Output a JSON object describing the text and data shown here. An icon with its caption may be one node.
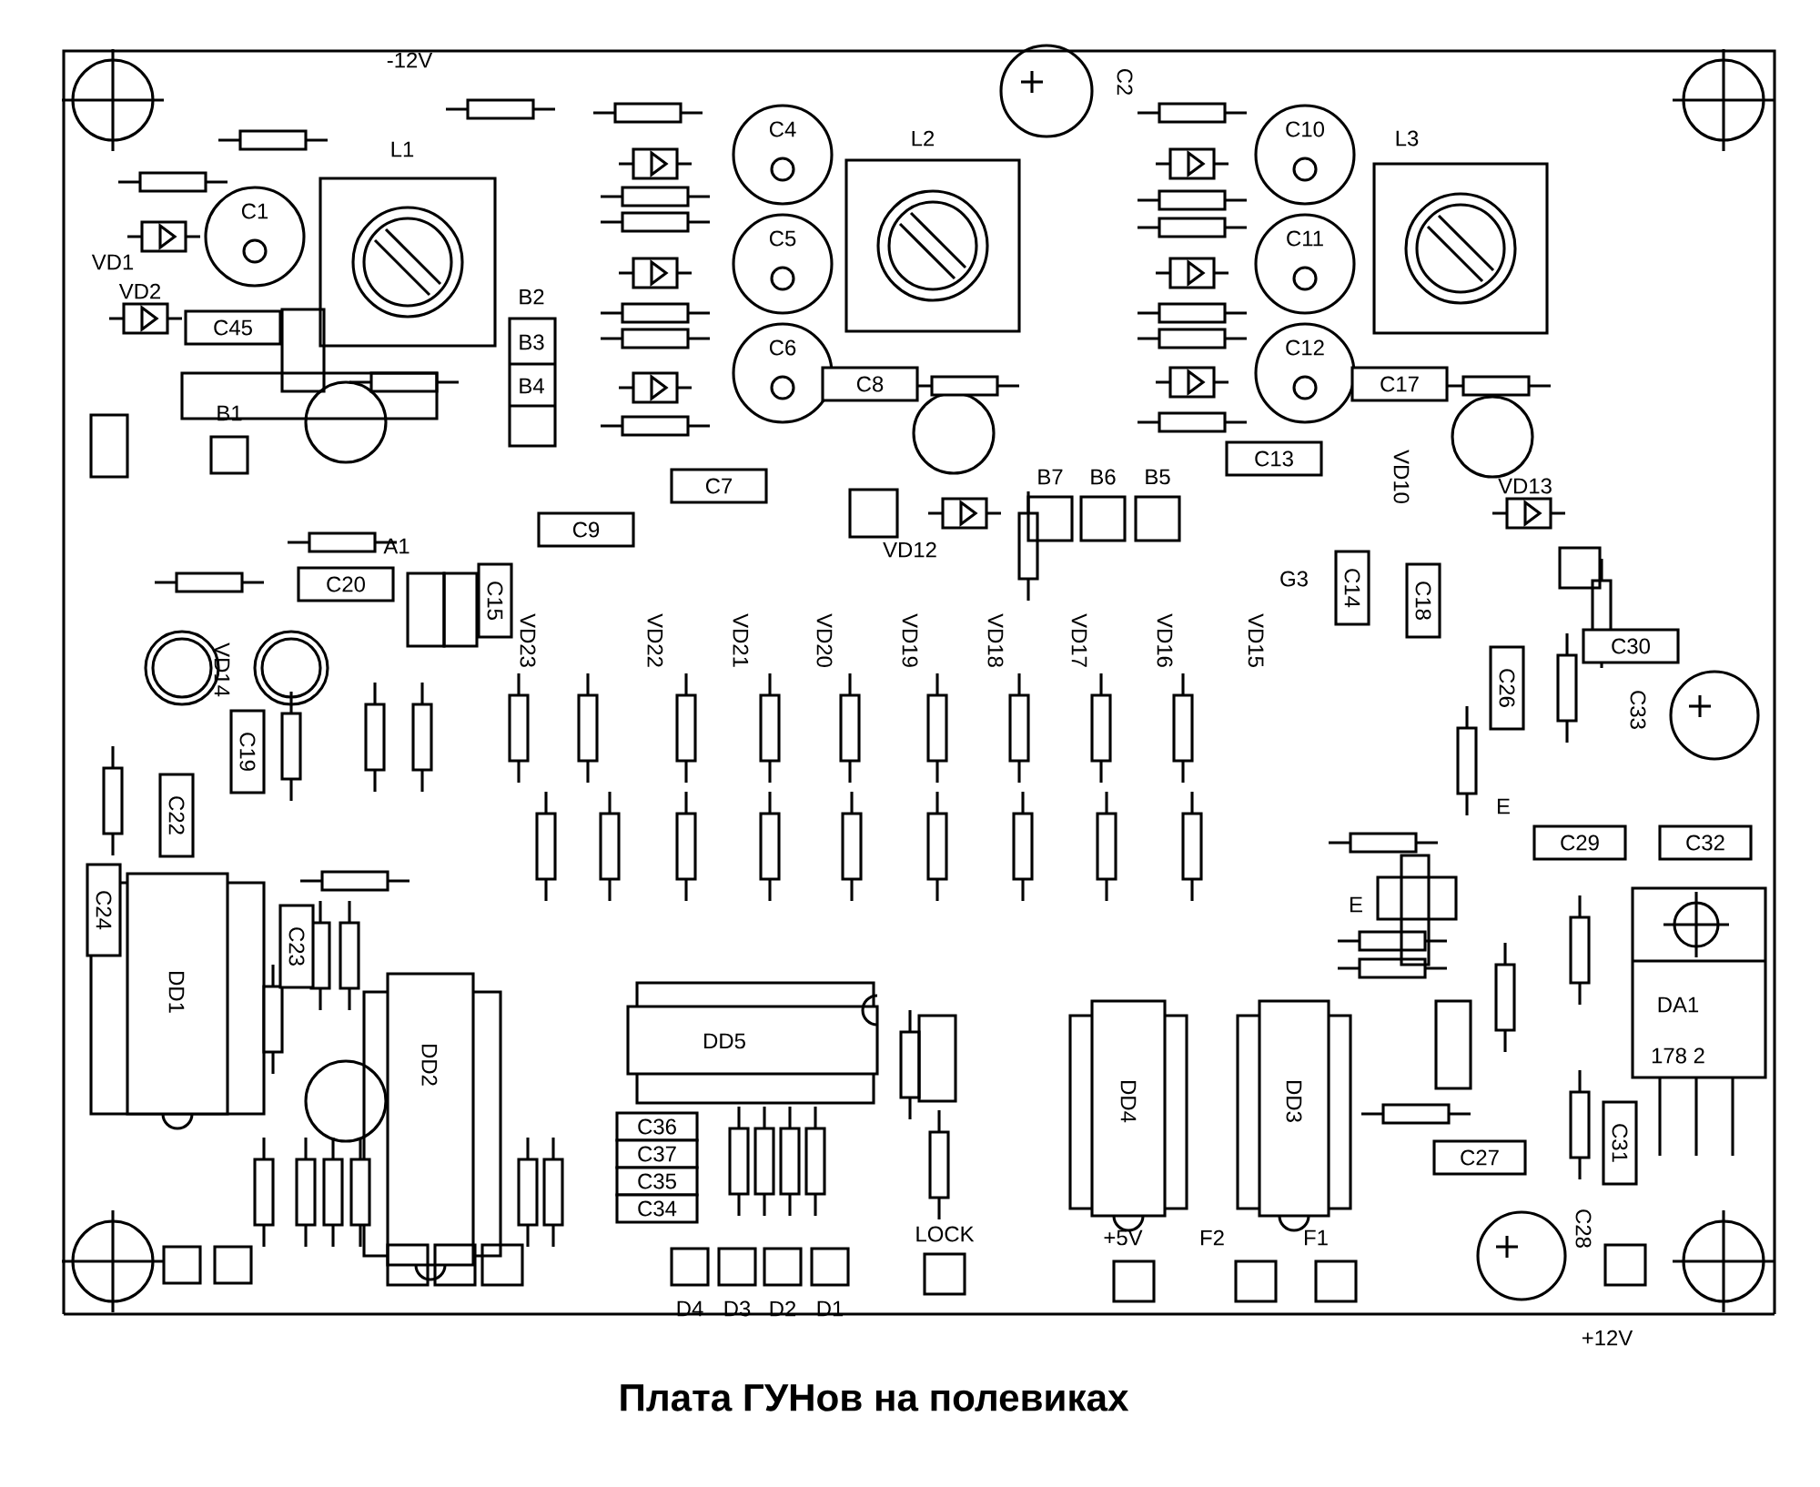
{
  "diagram": {
    "caption": "Плата ГУНов на полевиках",
    "labels": [
      "-12V",
      "C2",
      "C4",
      "C10",
      "L1",
      "L2",
      "L3",
      "C1",
      "C5",
      "C11",
      "VD1",
      "VD2",
      "C45",
      "B2",
      "B3",
      "B4",
      "C6",
      "C12",
      "C8",
      "C17",
      "B1",
      "C13",
      "VD10",
      "B7",
      "B6",
      "B5",
      "C7",
      "VD13",
      "VD12",
      "C9",
      "A1",
      "C20",
      "C15",
      "G3",
      "C14",
      "C18",
      "VD23",
      "VD22",
      "VD21",
      "VD20",
      "VD19",
      "VD18",
      "VD17",
      "VD16",
      "VD15",
      "C30",
      "VD14",
      "C26",
      "C33",
      "C19",
      "C22",
      "E",
      "C29",
      "C32",
      "E",
      "C24",
      "DD1",
      "C23",
      "DA1",
      "DD5",
      "DD2",
      "DD4",
      "DD3",
      "178 2",
      "C36",
      "C37",
      "C35",
      "C34",
      "C31",
      "C27",
      "LOCK",
      "F2",
      "F1",
      "C28",
      "+5V",
      "D4",
      "D3",
      "D2",
      "D1",
      "+12V"
    ]
  }
}
